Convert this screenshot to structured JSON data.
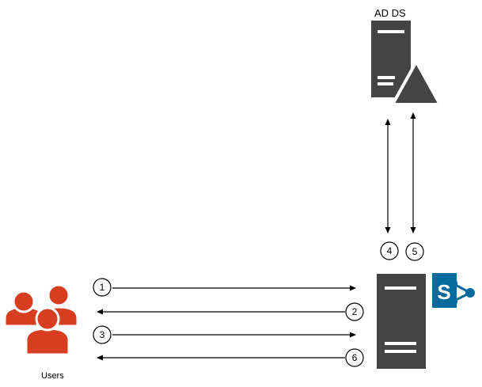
{
  "nodes": {
    "ad_ds_label": "AD DS",
    "users_label": "Users",
    "sharepoint_letter": "S"
  },
  "steps": [
    "1",
    "2",
    "3",
    "4",
    "5",
    "6"
  ],
  "colors": {
    "server": "#444444",
    "users": "#d63d21",
    "sharepoint": "#036c9d",
    "arrow": "#000000"
  },
  "icons": {
    "ad_ds": "server-with-triangle-icon",
    "web_server": "server-icon",
    "users": "users-group-icon",
    "sharepoint": "sharepoint-logo-icon"
  }
}
